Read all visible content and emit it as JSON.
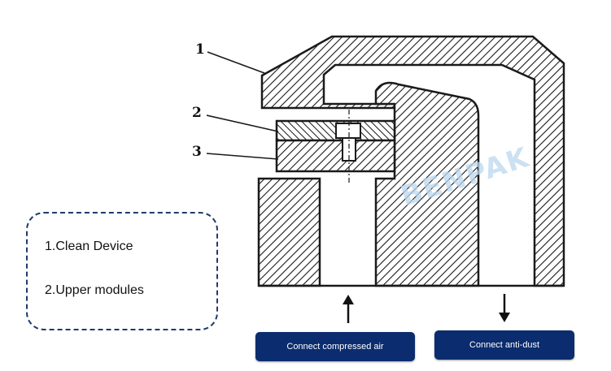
{
  "diagram": {
    "callouts": {
      "one": "1",
      "two": "2",
      "three": "3"
    },
    "watermark_text": "BENPAK",
    "colors": {
      "hatch": "#1a1a1a",
      "accent_blue": "#0b2c6e",
      "watermark": "#bcd8ee"
    }
  },
  "legend": {
    "items": [
      "1.Clean Device",
      "2.Upper modules"
    ]
  },
  "buttons": {
    "compressed_air": "Connect compressed air",
    "anti_dust": "Connect anti-dust"
  },
  "arrows": {
    "compressed_air": "up-arrow-icon",
    "anti_dust": "down-arrow-icon"
  }
}
